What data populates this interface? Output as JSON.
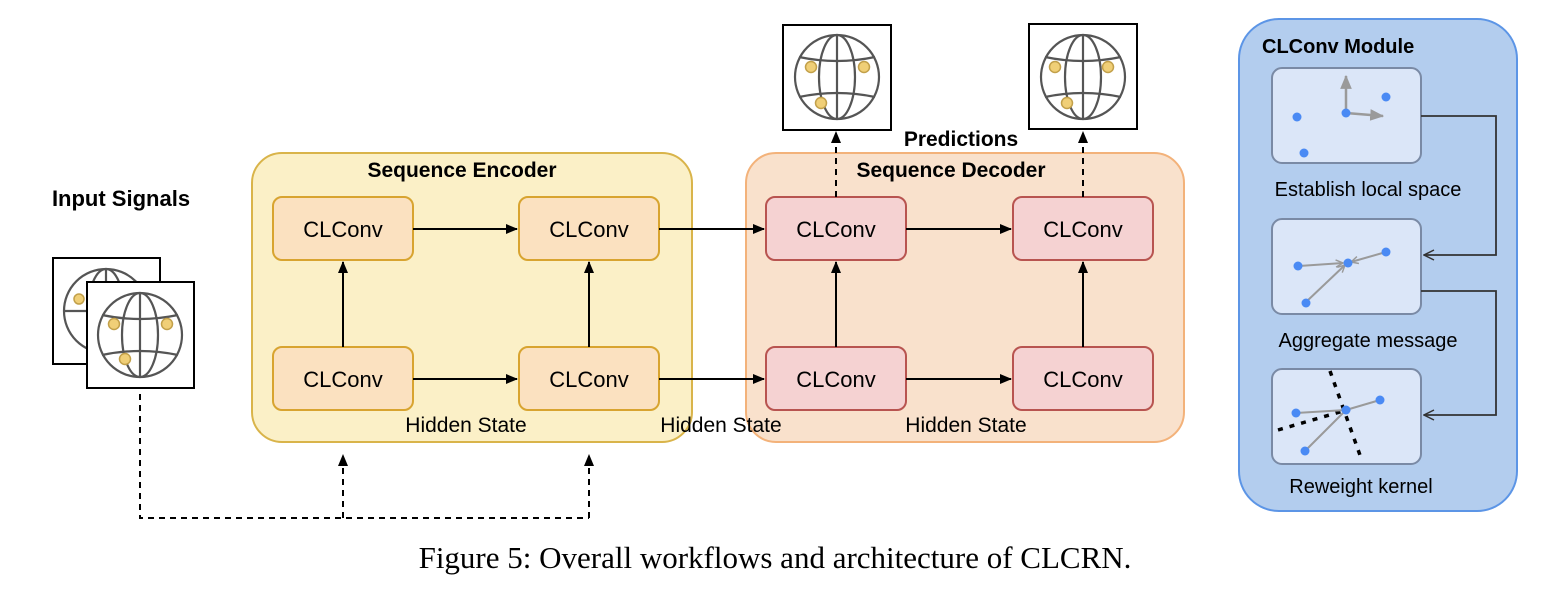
{
  "input_signals": {
    "label": "Input Signals"
  },
  "encoder": {
    "title": "Sequence Encoder",
    "cells": [
      "CLConv",
      "CLConv",
      "CLConv",
      "CLConv"
    ],
    "hidden_state": "Hidden State"
  },
  "between": {
    "hidden_state": "Hidden State"
  },
  "decoder": {
    "title": "Sequence Decoder",
    "cells": [
      "CLConv",
      "CLConv",
      "CLConv",
      "CLConv"
    ],
    "hidden_state": "Hidden State"
  },
  "predictions": {
    "label": "Predictions"
  },
  "module": {
    "title": "CLConv Module",
    "steps": [
      "Establish local space",
      "Aggregate message",
      "Reweight kernel"
    ]
  },
  "caption": "Figure 5: Overall workflows and architecture of CLCRN.",
  "colors": {
    "encoder_fill": "#fbf0c7",
    "encoder_stroke": "#d9b44a",
    "encoder_cell_fill": "#fbe1c0",
    "encoder_cell_stroke": "#d8a430",
    "decoder_fill": "#f9e1cc",
    "decoder_stroke": "#f3b27a",
    "decoder_cell_fill": "#f5d2d2",
    "decoder_cell_stroke": "#b85450",
    "module_fill": "#b3cdee",
    "module_stroke": "#5c95e6",
    "step_fill": "#dbe6f8",
    "step_stroke": "#7a8aa5",
    "node_blue": "#4a8af4",
    "node_yellow": "#f0cf77"
  }
}
